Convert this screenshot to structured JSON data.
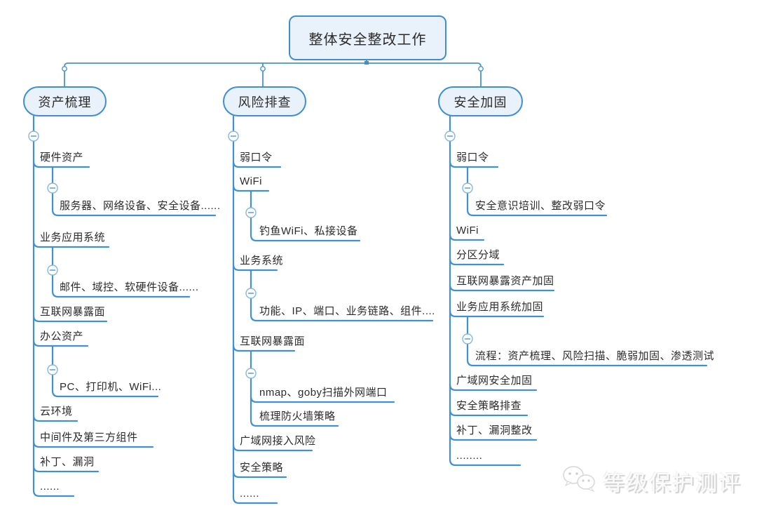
{
  "root": {
    "label": "整体安全整改工作"
  },
  "branches": [
    {
      "label": "资产梳理",
      "children": [
        {
          "label": "硬件资产",
          "children": [
            {
              "label": "服务器、网络设备、安全设备......"
            }
          ]
        },
        {
          "label": "业务应用系统",
          "children": [
            {
              "label": "邮件、域控、软硬件设备......"
            }
          ]
        },
        {
          "label": "互联网暴露面"
        },
        {
          "label": "办公资产",
          "children": [
            {
              "label": "PC、打印机、WiFi..."
            }
          ]
        },
        {
          "label": "云环境"
        },
        {
          "label": "中间件及第三方组件"
        },
        {
          "label": "补丁、漏洞"
        },
        {
          "label": "......"
        }
      ]
    },
    {
      "label": "风险排查",
      "children": [
        {
          "label": "弱口令"
        },
        {
          "label": "WiFi",
          "children": [
            {
              "label": "钓鱼WiFi、私接设备"
            }
          ]
        },
        {
          "label": "业务系统",
          "children": [
            {
              "label": "功能、IP、端口、业务链路、组件...."
            }
          ]
        },
        {
          "label": "互联网暴露面",
          "children": [
            {
              "label": "nmap、goby扫描外网端口"
            },
            {
              "label": "梳理防火墙策略"
            }
          ]
        },
        {
          "label": "广域网接入风险"
        },
        {
          "label": "安全策略"
        },
        {
          "label": "......"
        }
      ]
    },
    {
      "label": "安全加固",
      "children": [
        {
          "label": "弱口令",
          "children": [
            {
              "label": "安全意识培训、整改弱口令"
            }
          ]
        },
        {
          "label": "WiFi"
        },
        {
          "label": "分区分域"
        },
        {
          "label": "互联网暴露资产加固"
        },
        {
          "label": "业务应用系统加固",
          "children": [
            {
              "label": "流程：资产梳理、风险扫描、脆弱加固、渗透测试"
            }
          ]
        },
        {
          "label": "广域网安全加固"
        },
        {
          "label": "安全策略排查"
        },
        {
          "label": "补丁、漏洞整改"
        },
        {
          "label": "........"
        }
      ]
    }
  ],
  "watermark": {
    "label": "等级保护测评",
    "icon": "wechat-icon"
  },
  "colors": {
    "line": "#4191d2",
    "node_border": "#3f8fd0",
    "node_fill": "#e9f1fa",
    "text": "#2b2b2b",
    "background": "#ffffff",
    "watermark_text": "#fbfbfb"
  }
}
